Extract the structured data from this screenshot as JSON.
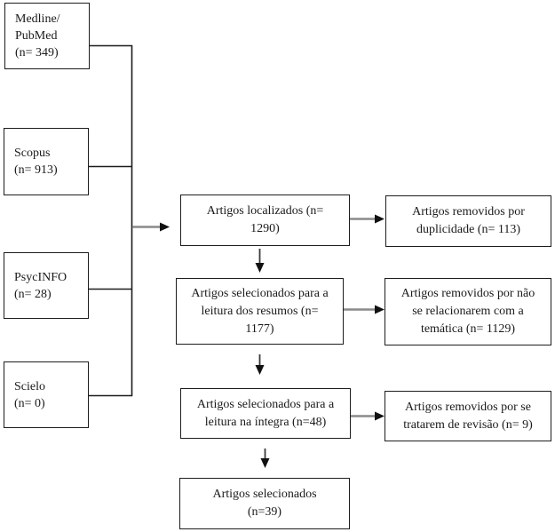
{
  "colors": {
    "box_border": "#1c1c1c",
    "arrow_shaft": "#8a8a8a",
    "arrow_head": "#111111",
    "background": "#ffffff"
  },
  "sources": [
    {
      "label": "Medline/\nPubMed\n(n= 349)"
    },
    {
      "label": "Scopus\n(n= 913)"
    },
    {
      "label": "PsycINFO\n(n= 28)"
    },
    {
      "label": "Scielo\n(n= 0)"
    }
  ],
  "stages": [
    {
      "label": "Artigos localizados (n=\n1290)"
    },
    {
      "label": "Artigos selecionados para a\nleitura dos resumos (n=\n1177)"
    },
    {
      "label": "Artigos selecionados para a\nleitura na íntegra (n=48)"
    },
    {
      "label": "Artigos selecionados\n(n=39)"
    }
  ],
  "exclusions": [
    {
      "label": "Artigos removidos por\nduplicidade (n= 113)"
    },
    {
      "label": "Artigos removidos por não\nse relacionarem com a\ntemática (n= 1129)"
    },
    {
      "label": "Artigos removidos por se\ntratarem de revisão (n= 9)"
    }
  ]
}
